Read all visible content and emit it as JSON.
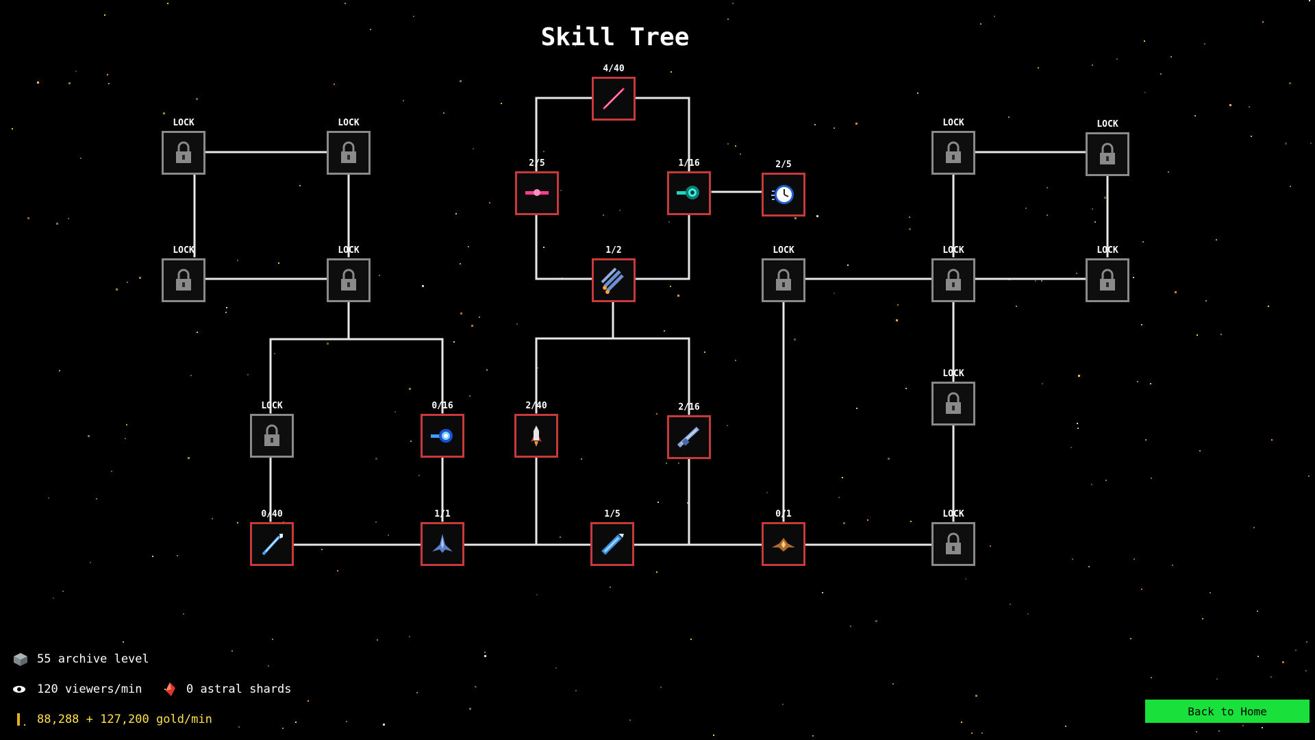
{
  "title": "Skill Tree",
  "nodes": {
    "tl_a": {
      "label": "LOCK",
      "icon": "lock-icon"
    },
    "tl_b": {
      "label": "LOCK",
      "icon": "lock-icon"
    },
    "tl_c": {
      "label": "LOCK",
      "icon": "lock-icon"
    },
    "tl_d": {
      "label": "LOCK",
      "icon": "lock-icon"
    },
    "l_lock": {
      "label": "LOCK",
      "icon": "lock-icon"
    },
    "blue_cannon": {
      "label": "0/16",
      "icon": "blue-cannon-icon"
    },
    "ice_spear": {
      "label": "0/40",
      "icon": "ice-spear-icon"
    },
    "fighter": {
      "label": "1/1",
      "icon": "fighter-ship-icon"
    },
    "pink_laser": {
      "label": "4/40",
      "icon": "pink-laser-icon"
    },
    "pink_beam": {
      "label": "2/5",
      "icon": "pink-beam-icon"
    },
    "teal_cannon": {
      "label": "1/16",
      "icon": "teal-cannon-icon"
    },
    "clock": {
      "label": "2/5",
      "icon": "clock-icon"
    },
    "missiles": {
      "label": "1/2",
      "icon": "missile-volley-icon"
    },
    "rocket": {
      "label": "2/40",
      "icon": "rocket-icon"
    },
    "missile_launcher": {
      "label": "2/16",
      "icon": "missile-launcher-icon"
    },
    "drill_gun": {
      "label": "1/5",
      "icon": "drill-gun-icon"
    },
    "bat_ship": {
      "label": "0/1",
      "icon": "bat-ship-icon"
    },
    "m_lock": {
      "label": "LOCK",
      "icon": "lock-icon"
    },
    "r_lock_a": {
      "label": "LOCK",
      "icon": "lock-icon"
    },
    "r_lock_b": {
      "label": "LOCK",
      "icon": "lock-icon"
    },
    "r_lock_c": {
      "label": "LOCK",
      "icon": "lock-icon"
    },
    "r_lock_d": {
      "label": "LOCK",
      "icon": "lock-icon"
    },
    "r_lock_e": {
      "label": "LOCK",
      "icon": "lock-icon"
    },
    "r_lock_f": {
      "label": "LOCK",
      "icon": "lock-icon"
    }
  },
  "stats": {
    "archive_level": "55 archive level",
    "viewers": "120 viewers/min",
    "shards": "0 astral shards",
    "gold": "88,288 + 127,200 gold/min"
  },
  "back_button": "Back to Home",
  "colors": {
    "background": "#000000",
    "locked_border": "#8a8a8a",
    "unlocked_border": "#c83a3a",
    "link": "#e8e8e8",
    "gold_text": "#ffe14a",
    "button": "#19e03a"
  }
}
